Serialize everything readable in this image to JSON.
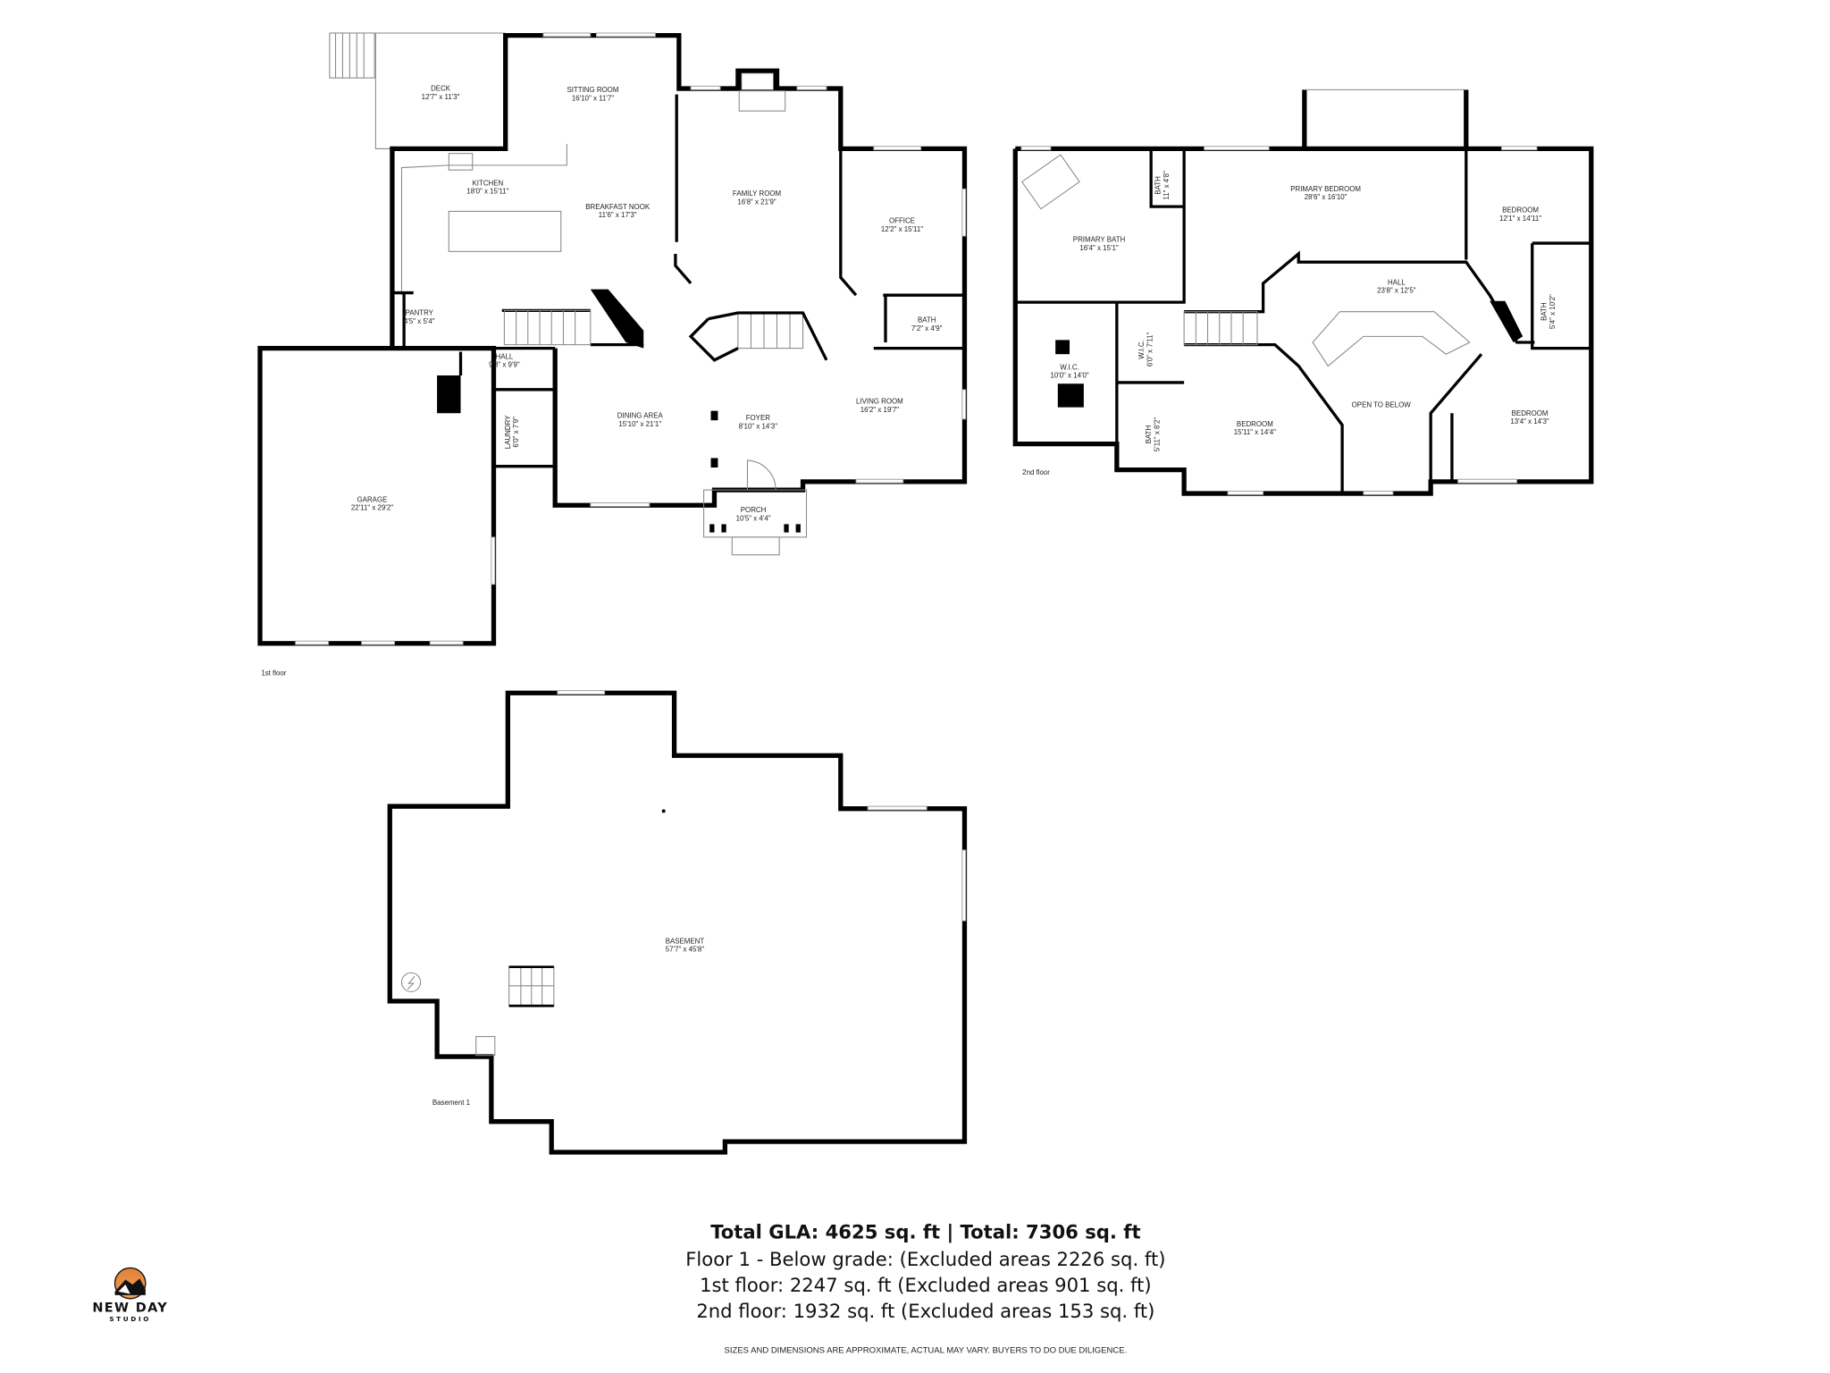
{
  "floors": {
    "first": {
      "label": "1st floor",
      "rooms": [
        {
          "name": "DECK",
          "dims": "12'7\" x 11'3\""
        },
        {
          "name": "SITTING ROOM",
          "dims": "16'10\" x 11'7\""
        },
        {
          "name": "KITCHEN",
          "dims": "18'0\" x 15'11\""
        },
        {
          "name": "BREAKFAST NOOK",
          "dims": "11'6\" x 17'3\""
        },
        {
          "name": "FAMILY ROOM",
          "dims": "16'8\" x 21'9\""
        },
        {
          "name": "OFFICE",
          "dims": "12'2\" x 15'11\""
        },
        {
          "name": "PANTRY",
          "dims": "4'5\" x 5'4\""
        },
        {
          "name": "BATH",
          "dims": "7'2\" x 4'9\""
        },
        {
          "name": "HALL",
          "dims": "9'3\" x 9'9\""
        },
        {
          "name": "DINING AREA",
          "dims": "15'10\" x 21'1\""
        },
        {
          "name": "FOYER",
          "dims": "8'10\" x 14'3\""
        },
        {
          "name": "LIVING ROOM",
          "dims": "16'2\" x 19'7\""
        },
        {
          "name": "LAUNDRY",
          "dims": "6'0\" x 7'9\""
        },
        {
          "name": "PORCH",
          "dims": "10'5\" x 4'4\""
        },
        {
          "name": "GARAGE",
          "dims": "22'11\" x 29'2\""
        }
      ]
    },
    "second": {
      "label": "2nd floor",
      "rooms": [
        {
          "name": "PRIMARY BATH",
          "dims": "16'4\" x 15'1\""
        },
        {
          "name": "BATH",
          "dims": "11\" x 4'8\""
        },
        {
          "name": "PRIMARY BEDROOM",
          "dims": "28'6\" x 16'10\""
        },
        {
          "name": "BEDROOM",
          "dims": "12'1\" x 14'11\""
        },
        {
          "name": "HALL",
          "dims": "23'8\" x 12'5\""
        },
        {
          "name": "BATH",
          "dims": "5'4\" x 10'2\""
        },
        {
          "name": "W.I.C.",
          "dims": "10'0\" x 14'0\""
        },
        {
          "name": "W.I.C.",
          "dims": "6'0\" x 7'11\""
        },
        {
          "name": "BATH",
          "dims": "5'11\" x 8'2\""
        },
        {
          "name": "BEDROOM",
          "dims": "15'11\" x 14'4\""
        },
        {
          "name": "OPEN TO BELOW",
          "dims": ""
        },
        {
          "name": "BEDROOM",
          "dims": "13'4\" x 14'3\""
        }
      ]
    },
    "basement": {
      "label": "Basement 1",
      "rooms": [
        {
          "name": "BASEMENT",
          "dims": "57'7\" x 45'8\""
        }
      ]
    }
  },
  "summary": {
    "total": "Total GLA: 4625 sq. ft | Total: 7306 sq. ft",
    "line1": "Floor 1 - Below grade: (Excluded areas 2226 sq. ft)",
    "line2": "1st floor: 2247 sq. ft (Excluded areas 901 sq. ft)",
    "line3": "2nd floor: 1932 sq. ft (Excluded areas 153 sq. ft)",
    "disclaimer": "SIZES AND DIMENSIONS ARE APPROXIMATE, ACTUAL MAY VARY. BUYERS TO DO DUE DILIGENCE."
  },
  "logo": {
    "name": "NEW DAY",
    "sub": "STUDIO",
    "colors": {
      "sun_top": "#e0813a",
      "sun_bottom": "#f0a050",
      "mountain": "#111111"
    }
  }
}
